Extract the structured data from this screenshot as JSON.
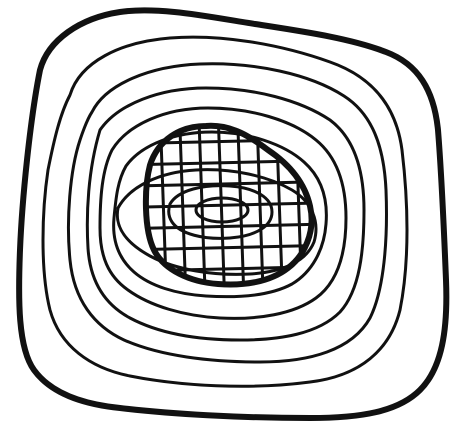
{
  "diagram": {
    "description_visible_text": "",
    "colors": {
      "ink": "#111111",
      "paper": "#ffffff"
    },
    "ring_count": 8,
    "has_hatched_core": true,
    "core_grid_columns": 9,
    "core_grid_rows": 8
  }
}
